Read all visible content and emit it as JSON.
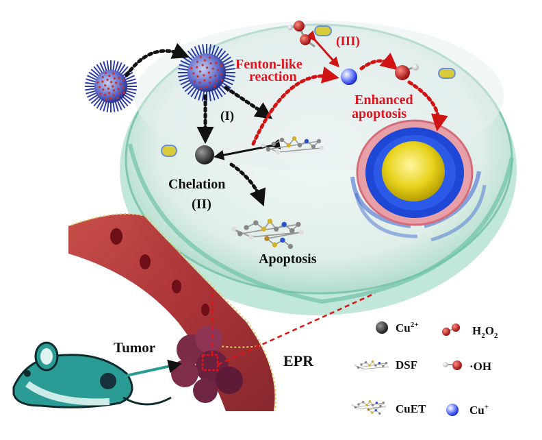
{
  "labels": {
    "step1": "(I)",
    "step2_line1": "Chelation",
    "step2_line2": "(II)",
    "step3": "(III)",
    "fenton_line1": "Fenton-like",
    "fenton_line2": "reaction",
    "enhanced_line1": "Enhanced",
    "enhanced_line2": "apoptosis",
    "apoptosis": "Apoptosis",
    "tumor": "Tumor",
    "epr": "EPR"
  },
  "legend": {
    "cu2": {
      "text": "Cu",
      "sup": "2+"
    },
    "h2o2": {
      "pre": "H",
      "sub1": "2",
      "mid": "O",
      "sub2": "2"
    },
    "dsf": {
      "text": "DSF"
    },
    "oh": {
      "text": "·OH"
    },
    "cuet": {
      "text": "CuET"
    },
    "cu1": {
      "text": "Cu",
      "sup": "+"
    }
  },
  "colors": {
    "arrow_black": "#111111",
    "arrow_red": "#d01414",
    "label_red": "#e0141e",
    "cell_fill": "#bfe3d6",
    "vessel": "#a82a2e",
    "mouse": "#2a9c95"
  }
}
